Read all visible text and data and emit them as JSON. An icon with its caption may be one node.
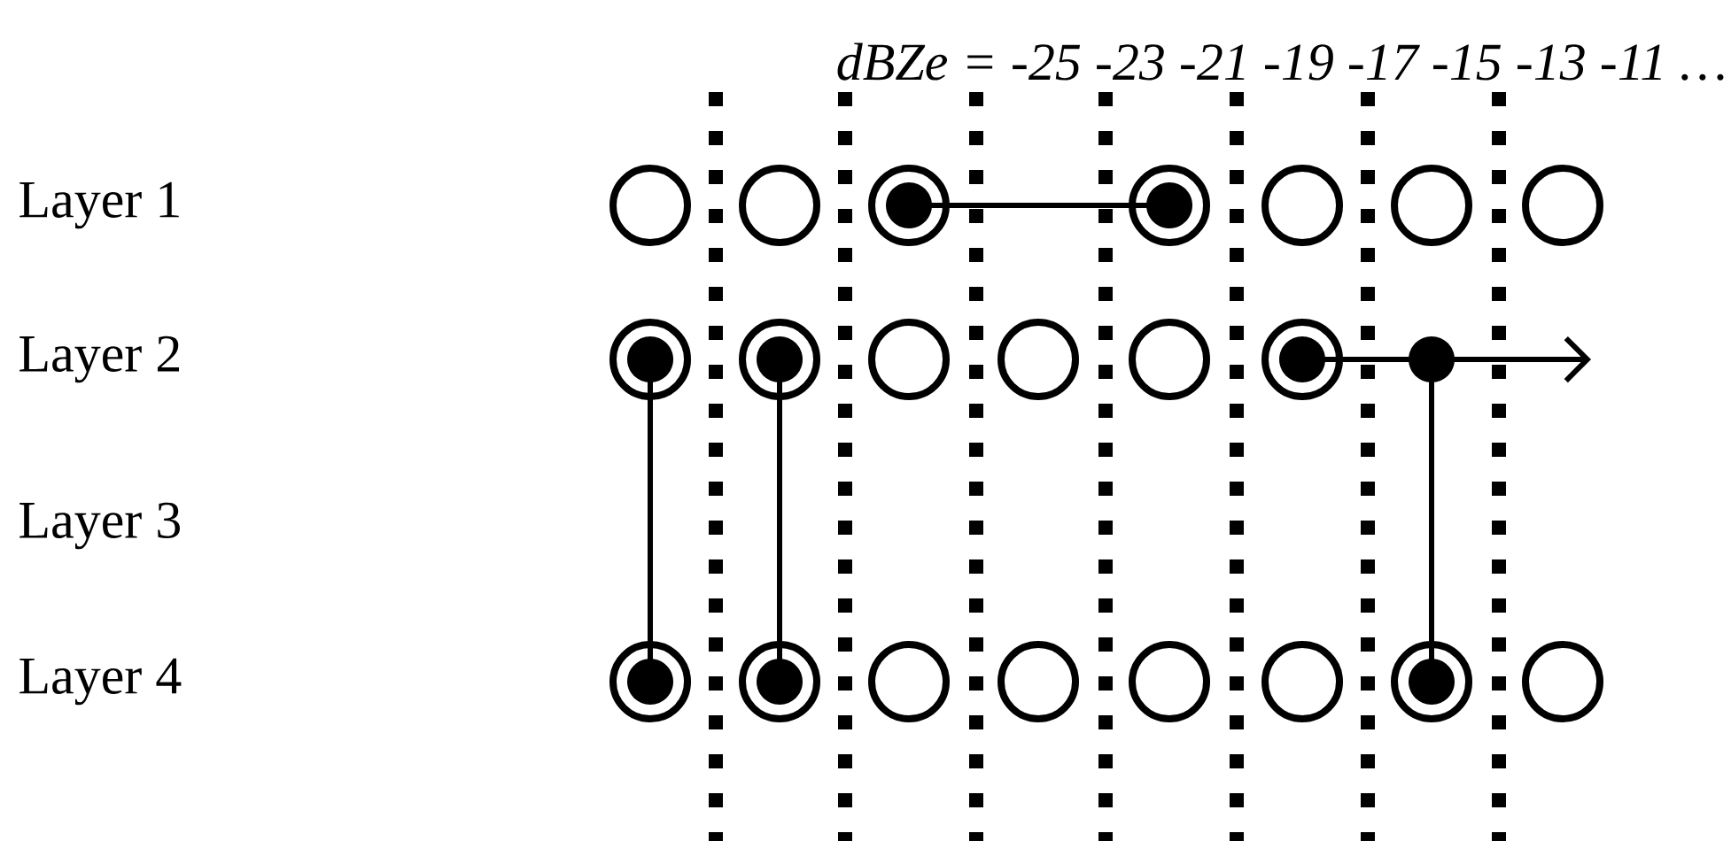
{
  "diagram": {
    "title": "dBZe = -25 -23 -21 -19 -17 -15 -13 -11 …",
    "nodes": [
      {
        "text": [],
        "shape": "circle"
      },
      {
        "text": [],
        "shape": "circle"
      },
      {
        "text": [],
        "shape": "circle"
      },
      {
        "text": [],
        "shape": "circle"
      },
      {
        "text": [],
        "shape": "circle"
      },
      {
        "text": [],
        "shape": "circle"
      },
      {
        "text": [],
        "shape": "circle"
      },
      {
        "text": [],
        "shape": "circle"
      },
      {
        "text": [],
        "shape": "circle"
      },
      {
        "text": [],
        "shape": "circle"
      },
      {
        "text": [],
        "shape": "circle"
      },
      {
        "text": [],
        "shape": "circle"
      },
      {
        "text": [],
        "shape": "circle"
      },
      {
        "text": [],
        "shape": "dot"
      },
      {
        "text": [],
        "shape": "circle"
      },
      {
        "text": [],
        "shape": "circle"
      },
      {
        "text": [],
        "shape": "circle"
      },
      {
        "text": [],
        "shape": "circle"
      },
      {
        "text": [],
        "shape": "circle"
      },
      {
        "text": [],
        "shape": "circle"
      },
      {
        "text": [],
        "shape": "circle"
      },
      {
        "text": [],
        "shape": "circle"
      }
    ],
    "edges": [
      {
        "from": 2,
        "to": 3,
        "arrow": "none"
      },
      {
        "from": 7,
        "to": 14,
        "arrow": "none"
      },
      {
        "from": 8,
        "to": 15,
        "arrow": "none"
      },
      {
        "from": 12,
        "to": 13,
        "arrow": "none"
      },
      {
        "from": 13,
        "to": null,
        "arrow": "to"
      },
      {
        "from": 13,
        "to": 20,
        "arrow": "none"
      }
    ],
    "labels": [
      "Layer 1",
      "Layer 2",
      "Layer 3",
      "Layer 4"
    ]
  }
}
